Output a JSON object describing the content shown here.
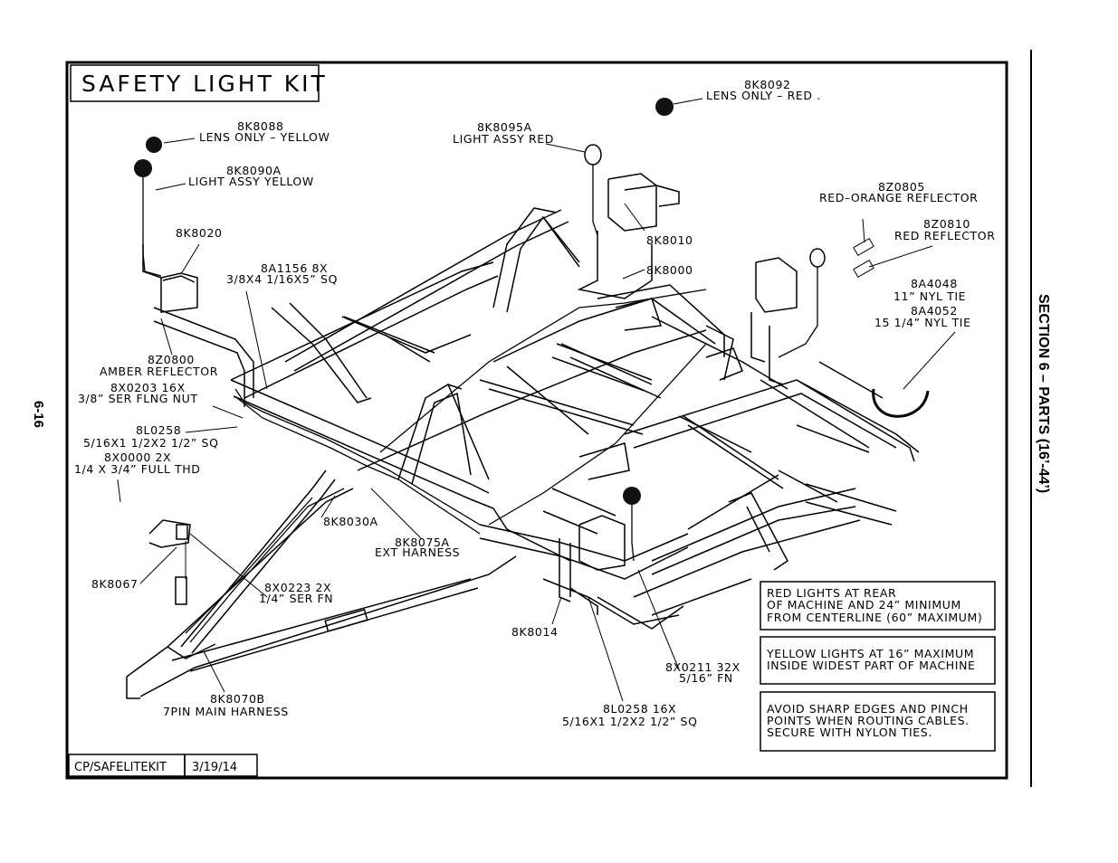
{
  "title": "SAFETY LIGHT KIT",
  "section_label": "SECTION 6 – PARTS (16’-44’)",
  "page_number": "6-16",
  "footer": {
    "drawing_id": "CP/SAFELITEKIT",
    "date": "3/19/14"
  },
  "parts": {
    "p8K8092": {
      "line1": "8K8092",
      "line2": "LENS ONLY  –  RED ."
    },
    "p8K8088": {
      "line1": "8K8088",
      "line2": "LENS ONLY  –  YELLOW"
    },
    "p8K8090A": {
      "line1": "8K8090A",
      "line2": "LIGHT ASSY YELLOW"
    },
    "p8K8095A": {
      "line1": "8K8095A",
      "line2": "LIGHT ASSY RED"
    },
    "p8Z0805": {
      "line1": "8Z0805",
      "line2": "RED–ORANGE REFLECTOR"
    },
    "p8Z0810": {
      "line1": "8Z0810",
      "line2": "RED  REFLECTOR"
    },
    "p8A4048": {
      "line1": "8A4048",
      "line2": "11”  NYL TIE"
    },
    "p8A4052": {
      "line1": "8A4052",
      "line2": "15  1/4”  NYL TIE"
    },
    "p8K8020": {
      "line1": "8K8020"
    },
    "p8K8010": {
      "line1": "8K8010"
    },
    "p8K8000": {
      "line1": "8K8000"
    },
    "p8A1156": {
      "line1": "8A1156  8X",
      "line2": "3/8X4  1/16X5”  SQ"
    },
    "p8Z0800": {
      "line1": "8Z0800",
      "line2": "AMBER  REFLECTOR"
    },
    "p8X0203": {
      "line1": "8X0203  16X",
      "line2": "3/8”  SER  FLNG  NUT"
    },
    "p8L0258a": {
      "line1": "8L0258",
      "line2": "5/16X1  1/2X2  1/2”  SQ"
    },
    "p8X0000": {
      "line1": "8X0000  2X",
      "line2": "1/4  X  3/4”  FULL  THD"
    },
    "p8K8030A": {
      "line1": "8K8030A"
    },
    "p8K8075A": {
      "line1": "8K8075A",
      "line2": "EXT  HARNESS"
    },
    "p8K8067": {
      "line1": "8K8067"
    },
    "p8X0223": {
      "line1": "8X0223  2X",
      "line2": "1/4”  SER  FN"
    },
    "p8K8014": {
      "line1": "8K8014"
    },
    "p8X0211": {
      "line1": "8X0211  32X",
      "line2": "5/16”  FN"
    },
    "p8L0258b": {
      "line1": "8L0258  16X",
      "line2": "5/16X1  1/2X2  1/2”  SQ"
    },
    "p8K8070B": {
      "line1": "8K8070B",
      "line2": "7PIN  MAIN  HARNESS"
    }
  },
  "notes": [
    {
      "line1": "RED  LIGHTS  AT  REAR",
      "line2": "OF  MACHINE  AND  24”  MINIMUM",
      "line3": "FROM  CENTERLINE  (60”  MAXIMUM)"
    },
    {
      "line1": "YELLOW  LIGHTS  AT  16”  MAXIMUM",
      "line2": "INSIDE  WIDEST  PART  OF  MACHINE"
    },
    {
      "line1": "AVOID  SHARP  EDGES  AND  PINCH",
      "line2": "POINTS  WHEN  ROUTING  CABLES.",
      "line3": "SECURE  WITH  NYLON  TIES."
    }
  ]
}
